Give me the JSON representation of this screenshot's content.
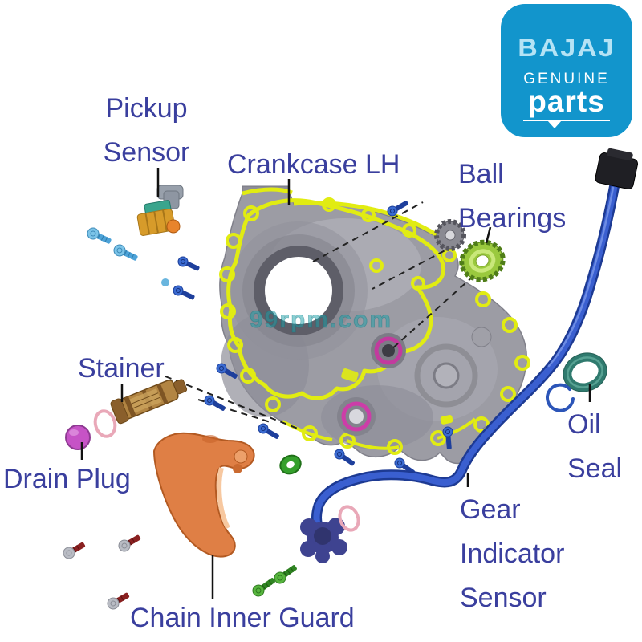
{
  "watermark": "99rpm.com",
  "logo": {
    "brand": "BAJAJ",
    "subtitle": "GENUINE",
    "title": "parts"
  },
  "labels": {
    "pickup_sensor": {
      "line1": "Pickup",
      "line2": "Sensor"
    },
    "crankcase_lh": "Crankcase LH",
    "ball_bearings": {
      "line1": "Ball",
      "line2": "Bearings"
    },
    "stainer": "Stainer",
    "drain_plug": "Drain Plug",
    "oil_seal": {
      "line1": "Oil",
      "line2": "Seal"
    },
    "gear_indicator_sensor": {
      "line1": "Gear",
      "line2": "Indicator",
      "line3": "Sensor"
    },
    "chain_inner_guard": "Chain Inner Guard"
  },
  "colors": {
    "label_text": "#3a3f9e",
    "logo_background": "#1295cc",
    "logo_brand_text": "#b5e3f5",
    "logo_white_text": "#ffffff",
    "case_grey": "#9c9ca4",
    "gasket_highlight_yellow": "#e1ec12",
    "bore_magenta": "#c83aa2",
    "cable_blue": "#3a5fd0",
    "guard_orange": "#df7f45",
    "bearing_green": "#9ac93e",
    "bearing_grey": "#8a8a92",
    "strainer_brass": "#b28543",
    "drain_plug_magenta": "#c653c6",
    "oil_seal_teal": "#2f7a6e",
    "circlip_blue": "#2c55b8",
    "oring_pink": "#e9a8b8",
    "oring_green": "#35a02c",
    "screw_dark_blue": "#1e3f9c",
    "screw_light_blue": "#4da3d8",
    "screw_red": "#8a2020",
    "screw_green": "#2f8422",
    "watermark_teal": "#17a0a8"
  }
}
